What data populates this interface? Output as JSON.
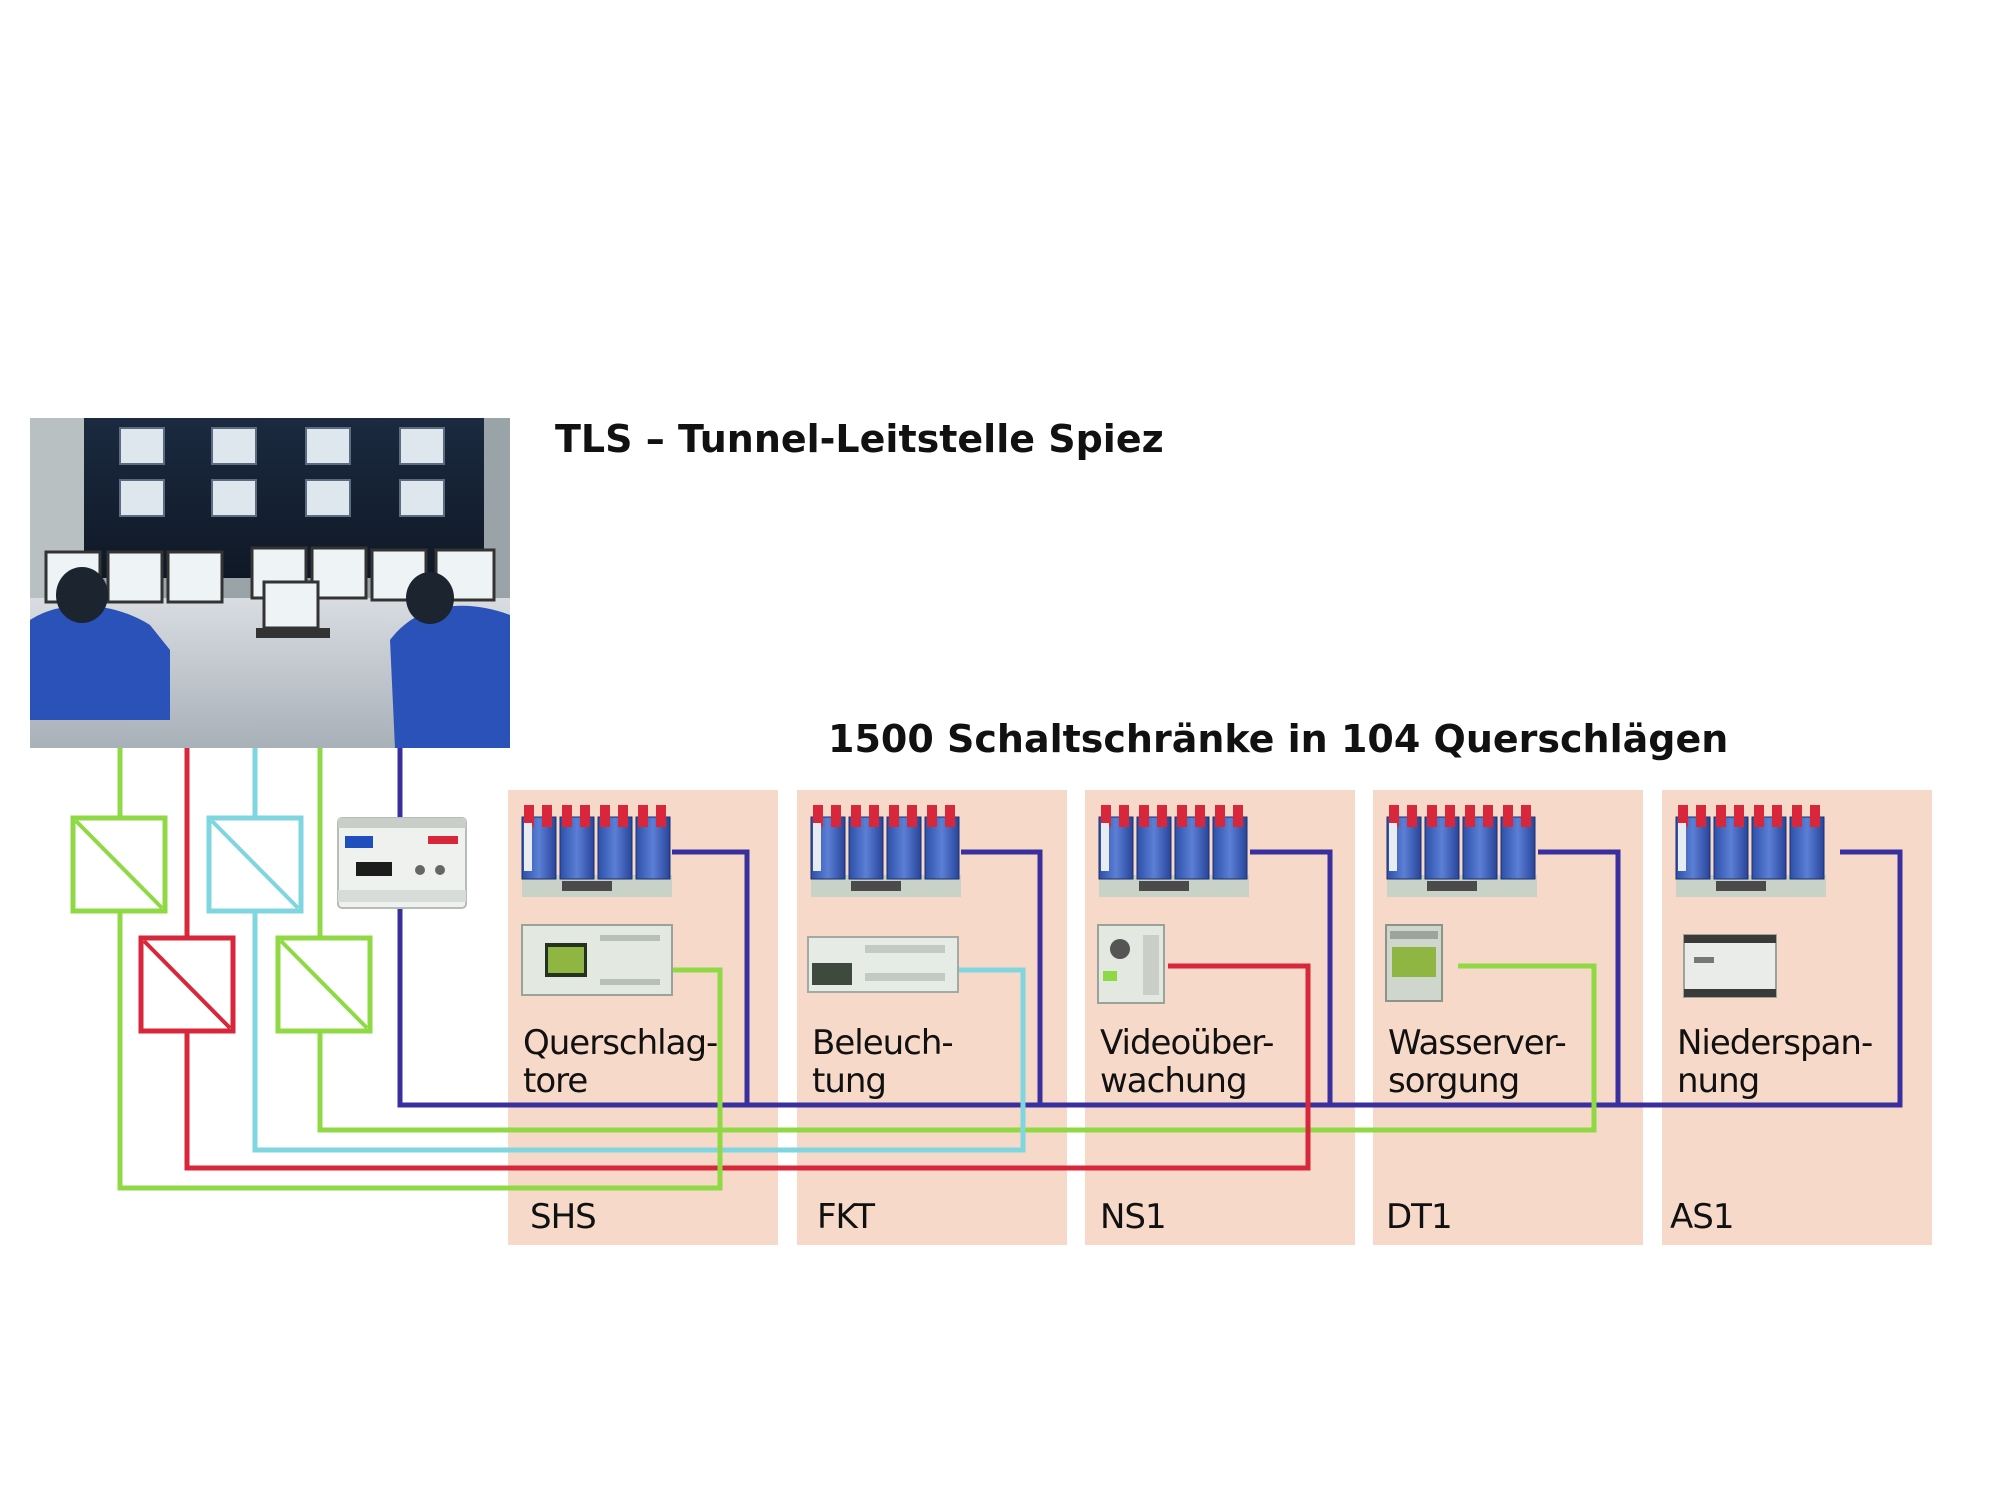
{
  "title": "TLS – Tunnel-Leitstelle Spiez",
  "subtitle": "1500 Schaltschränke in 104 Querschlägen",
  "colors": {
    "panel": "#f7d9c9",
    "green": "#8fd945",
    "red": "#d8263a",
    "cyan": "#7fd6df",
    "purple": "#3a2f9e"
  },
  "cabinets": [
    {
      "line1": "Querschlag-",
      "line2": "tore",
      "code": "SHS",
      "device": "plc-controller",
      "color": "green"
    },
    {
      "line1": "Beleuch-",
      "line2": "tung",
      "code": "FKT",
      "device": "lighting-controller",
      "color": "cyan"
    },
    {
      "line1": "Videoüber-",
      "line2": "wachung",
      "code": "NS1",
      "device": "video-module",
      "color": "red"
    },
    {
      "line1": "Wasserver-",
      "line2": "sorgung",
      "code": "DT1",
      "device": "logo-module",
      "color": "green"
    },
    {
      "line1": "Niederspan-",
      "line2": "nung",
      "code": "AS1",
      "device": "power-module",
      "color": "purple"
    }
  ],
  "icons": {
    "photo": "control-room-photo",
    "converters": [
      "green-converter-icon",
      "red-converter-icon",
      "cyan-converter-icon",
      "green-converter-icon"
    ],
    "gateway": "gateway-device-icon",
    "io_rack": "io-rack-icon"
  }
}
